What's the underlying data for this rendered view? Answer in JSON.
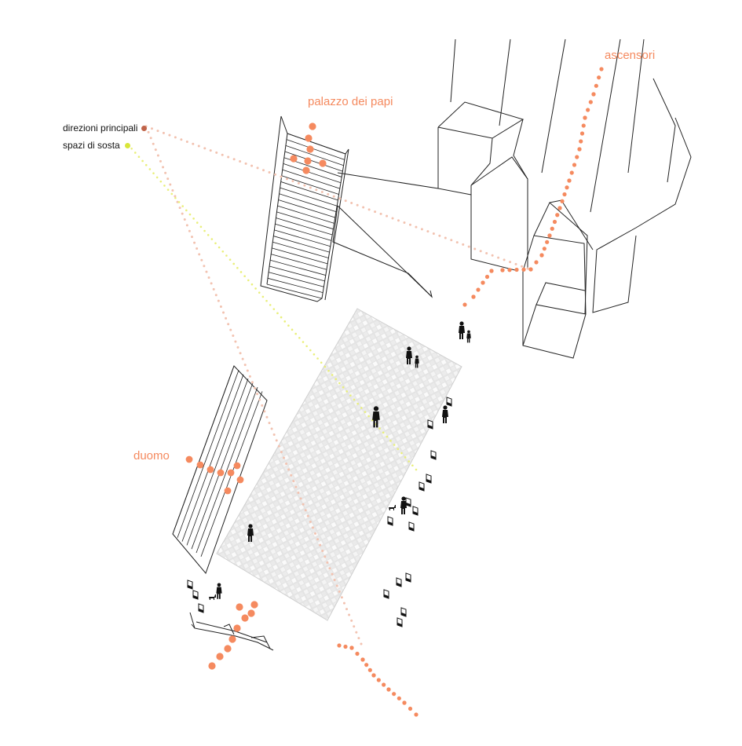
{
  "legend": {
    "items": [
      {
        "label": "direzioni principali",
        "color": "#c0644a"
      },
      {
        "label": "spazi di sosta",
        "color": "#d9e63a"
      }
    ]
  },
  "labels": {
    "palazzo": "palazzo dei papi",
    "ascensori": "ascensori",
    "duomo": "duomo"
  },
  "colors": {
    "accent": "#f58a5f",
    "paving": "#e6e6e6",
    "paving_light": "#ffffff",
    "line": "#222222",
    "direction_path": "#f2c2b0",
    "rest_path": "#e9ef7a",
    "figure": "#111111"
  },
  "icons": [
    "person-icon",
    "bench-icon",
    "dog-icon"
  ]
}
